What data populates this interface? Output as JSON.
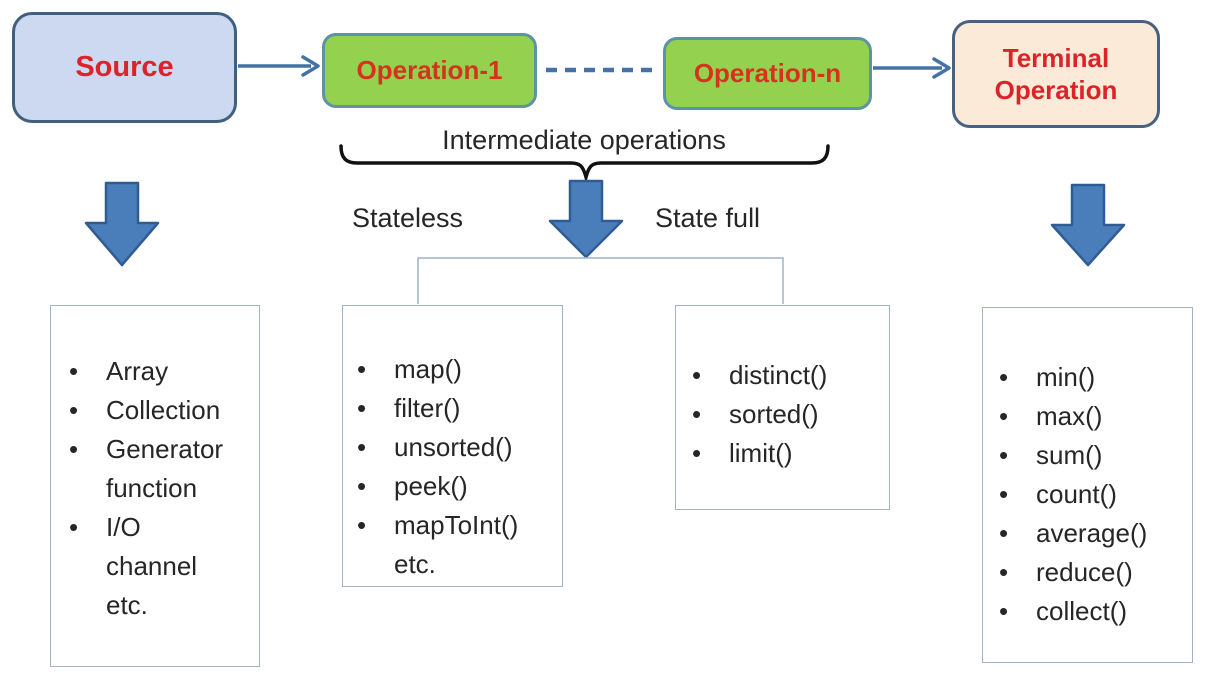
{
  "colors": {
    "source_fill": "#ccd9f0",
    "source_border": "#41607e",
    "operation_fill": "#94d14f",
    "operation_border": "#5d93a4",
    "terminal_fill": "#fcead9",
    "terminal_border": "#47617f",
    "title_red": "#da2429",
    "operation_red": "#d5331f",
    "arrow_blue": "#4472a4",
    "block_arrow_fill": "#4a7ebb",
    "block_arrow_border": "#2f5c94",
    "thin_border": "#9fb4c7",
    "text_dark": "#262626",
    "brace_color": "#111111"
  },
  "bullet_char": "•",
  "pipeline": {
    "source_label": "Source",
    "operation1_label": "Operation-1",
    "operationN_label": "Operation-n",
    "terminal_label": "Terminal\nOperation"
  },
  "annotations": {
    "intermediate_label": "Intermediate operations",
    "stateless_label": "Stateless",
    "stateful_label": "State full"
  },
  "lists": {
    "source": {
      "items": [
        {
          "label": "Array",
          "bullet": true
        },
        {
          "label": "Collection",
          "bullet": true
        },
        {
          "label": "Generator",
          "bullet": true
        },
        {
          "label": "function",
          "bullet": false
        },
        {
          "label": "I/O",
          "bullet": true
        },
        {
          "label": "channel",
          "bullet": false
        },
        {
          "label": "etc.",
          "bullet": false
        }
      ]
    },
    "stateless": {
      "items": [
        {
          "label": "map()",
          "bullet": true
        },
        {
          "label": "filter()",
          "bullet": true
        },
        {
          "label": "unsorted()",
          "bullet": true
        },
        {
          "label": "peek()",
          "bullet": true
        },
        {
          "label": "mapToInt()",
          "bullet": true
        },
        {
          "label": "etc.",
          "bullet": false
        }
      ]
    },
    "stateful": {
      "items": [
        {
          "label": "distinct()",
          "bullet": true
        },
        {
          "label": "sorted()",
          "bullet": true
        },
        {
          "label": "limit()",
          "bullet": true
        }
      ]
    },
    "terminal": {
      "items": [
        {
          "label": "min()",
          "bullet": true
        },
        {
          "label": "max()",
          "bullet": true
        },
        {
          "label": "sum()",
          "bullet": true
        },
        {
          "label": "count()",
          "bullet": true
        },
        {
          "label": "average()",
          "bullet": true
        },
        {
          "label": "reduce()",
          "bullet": true
        },
        {
          "label": "collect()",
          "bullet": true
        }
      ]
    }
  }
}
